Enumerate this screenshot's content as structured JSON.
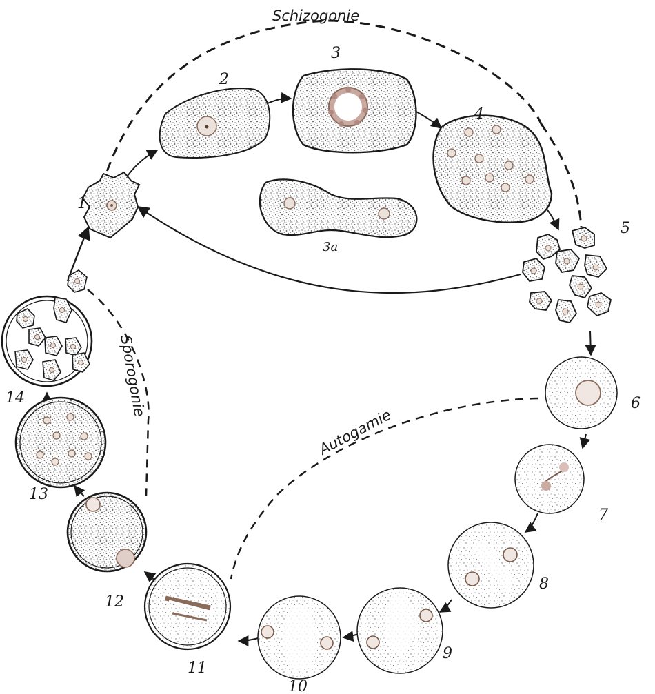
{
  "phases": {
    "schizogonie": "Schizogonie",
    "sporogonie": "Sporogonie",
    "autogamie": "Autogamie"
  },
  "stages": {
    "s1": "1",
    "s2": "2",
    "s3": "3",
    "s3a": "3a",
    "s4": "4",
    "s5": "5",
    "s6": "6",
    "s7": "7",
    "s8": "8",
    "s9": "9",
    "s10": "10",
    "s11": "11",
    "s12": "12",
    "s13": "13",
    "s14": "14"
  },
  "colors": {
    "ink": "#1a1a1a",
    "stipple": "#5a5a5a",
    "nucleus_ring": "#8a6a5a",
    "nucleus_fill": "#d9c7c0"
  }
}
